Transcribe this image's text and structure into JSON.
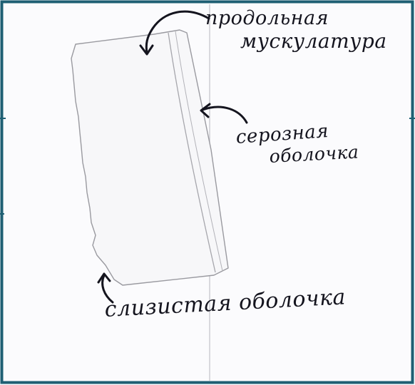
{
  "labels": {
    "longitudinal_line1": "продольная",
    "longitudinal_line2": "мускулатура",
    "serosa_line1": "серозная",
    "serosa_line2": "оболочка",
    "mucosa": "слизистая оболочка"
  },
  "colors": {
    "paper": "#fbfbfd",
    "border": "#1e5f73",
    "pencil": "#9a9aa0",
    "ink": "#14141e",
    "fold_line": "#c2c2c8"
  }
}
